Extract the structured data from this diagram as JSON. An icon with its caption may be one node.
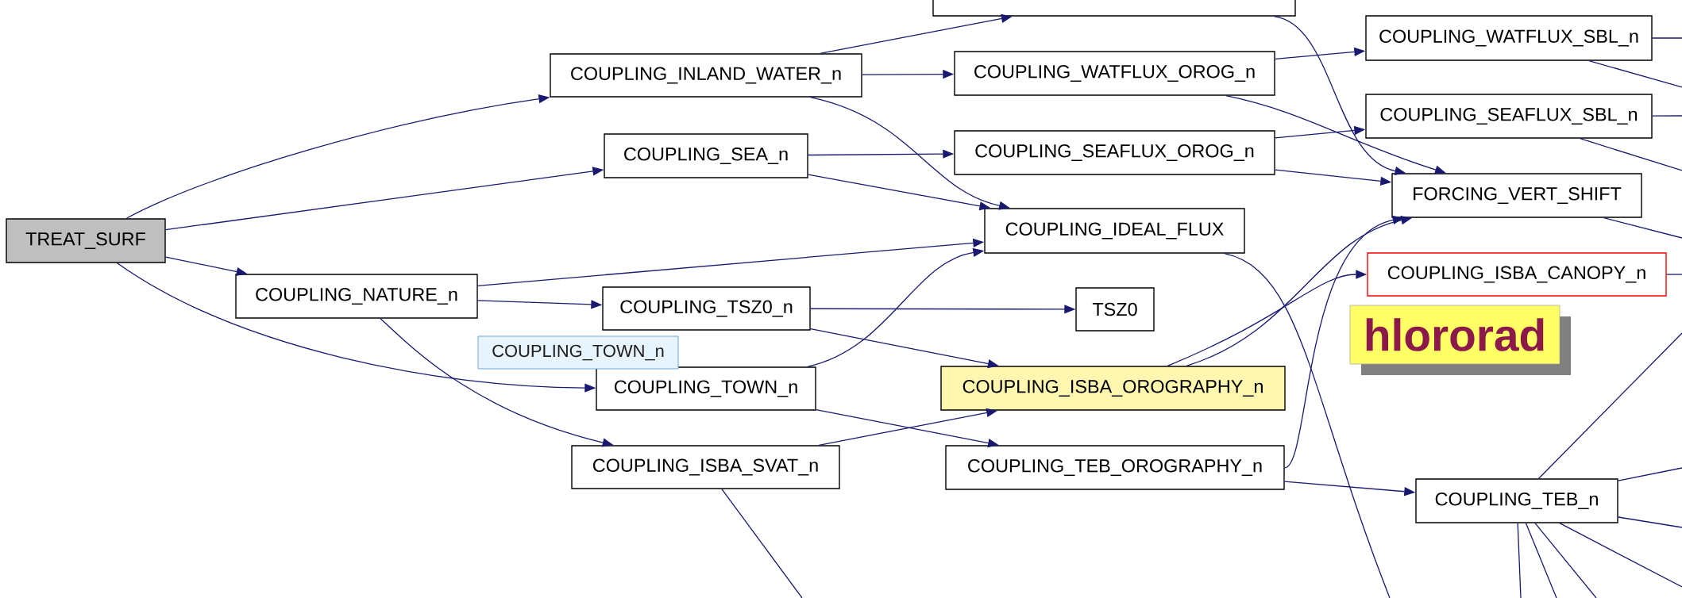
{
  "diagram": {
    "nodes": [
      {
        "text": [
          "TREAT_SURF"
        ]
      },
      {
        "text": [
          "COUPLING_INLAND_WATER_n"
        ]
      },
      {
        "text": [
          "COUPLING_SEA_n"
        ]
      },
      {
        "text": [
          "COUPLING_NATURE_n"
        ]
      },
      {
        "text": [
          "COUPLING_TSZ0_n"
        ]
      },
      {
        "text": [
          "COUPLING_TOWN_n"
        ]
      },
      {
        "text": [
          "COUPLING_ISBA_SVAT_n"
        ]
      },
      {
        "text": [],
        "shape": "box"
      },
      {
        "text": [
          "COUPLING_WATFLUX_OROG_n"
        ]
      },
      {
        "text": [
          "COUPLING_SEAFLUX_OROG_n"
        ]
      },
      {
        "text": [
          "COUPLING_IDEAL_FLUX"
        ]
      },
      {
        "text": [
          "TSZ0"
        ]
      },
      {
        "text": [
          "COUPLING_ISBA_OROGRAPHY_n"
        ]
      },
      {
        "text": [
          "COUPLING_TEB_OROGRAPHY_n"
        ]
      },
      {
        "text": [
          "COUPLING_WATFLUX_SBL_n"
        ]
      },
      {
        "text": [
          "COUPLING_SEAFLUX_SBL_n"
        ]
      },
      {
        "text": [
          "FORCING_VERT_SHIFT"
        ]
      },
      {
        "text": [
          "COUPLING_ISBA_CANOPY_n"
        ]
      },
      {
        "text": [
          "COUPLING_TEB_n"
        ]
      },
      {
        "text": [
          "COUPLING_TOWN_n"
        ]
      },
      {
        "text": [
          "hlororad"
        ]
      }
    ],
    "edges": [
      {
        "from": 0,
        "to": 1,
        "arrow": "to"
      },
      {
        "from": 0,
        "to": 2,
        "arrow": "to"
      },
      {
        "from": 0,
        "to": 3,
        "arrow": "to"
      },
      {
        "from": 0,
        "to": 5,
        "arrow": "to"
      },
      {
        "from": 1,
        "to": 7,
        "arrow": "to"
      },
      {
        "from": 1,
        "to": 8,
        "arrow": "to"
      },
      {
        "from": 1,
        "to": 10,
        "arrow": "to"
      },
      {
        "from": 2,
        "to": 9,
        "arrow": "to"
      },
      {
        "from": 2,
        "to": 10,
        "arrow": "to"
      },
      {
        "from": 3,
        "to": 10,
        "arrow": "to"
      },
      {
        "from": 3,
        "to": 4,
        "arrow": "to"
      },
      {
        "from": 3,
        "to": 6,
        "arrow": "to"
      },
      {
        "from": 4,
        "to": 11,
        "arrow": "to"
      },
      {
        "from": 4,
        "to": 12,
        "arrow": "to"
      },
      {
        "from": 5,
        "to": 10,
        "arrow": "to"
      },
      {
        "from": 5,
        "to": 13,
        "arrow": "to"
      },
      {
        "from": 6,
        "to": 12,
        "arrow": "to"
      },
      {
        "from": 6,
        "to": null,
        "arrow": "none"
      },
      {
        "from": 7,
        "to": 16,
        "arrow": "to"
      },
      {
        "from": 8,
        "to": 14,
        "arrow": "to"
      },
      {
        "from": 8,
        "to": 16,
        "arrow": "to"
      },
      {
        "from": 9,
        "to": 15,
        "arrow": "to"
      },
      {
        "from": 9,
        "to": 16,
        "arrow": "to"
      },
      {
        "from": 10,
        "to": null,
        "arrow": "none"
      },
      {
        "from": 12,
        "to": 16,
        "arrow": "to"
      },
      {
        "from": 12,
        "to": 17,
        "arrow": "to"
      },
      {
        "from": 13,
        "to": 16,
        "arrow": "to"
      },
      {
        "from": 13,
        "to": 18,
        "arrow": "to"
      },
      {
        "from": 14,
        "to": null,
        "arrow": "none"
      },
      {
        "from": 14,
        "to": null,
        "arrow": "none"
      },
      {
        "from": 15,
        "to": null,
        "arrow": "none"
      },
      {
        "from": 15,
        "to": null,
        "arrow": "none"
      },
      {
        "from": 17,
        "to": null,
        "arrow": "none"
      },
      {
        "from": 16,
        "to": null,
        "arrow": "none"
      },
      {
        "from": 18,
        "to": null,
        "arrow": "none"
      },
      {
        "from": 18,
        "to": null,
        "arrow": "none"
      },
      {
        "from": 18,
        "to": null,
        "arrow": "none"
      },
      {
        "from": 18,
        "to": null,
        "arrow": "none"
      },
      {
        "from": 18,
        "to": null,
        "arrow": "none"
      },
      {
        "from": 18,
        "to": null,
        "arrow": "none"
      },
      {
        "from": 18,
        "to": null,
        "arrow": "none"
      }
    ]
  }
}
